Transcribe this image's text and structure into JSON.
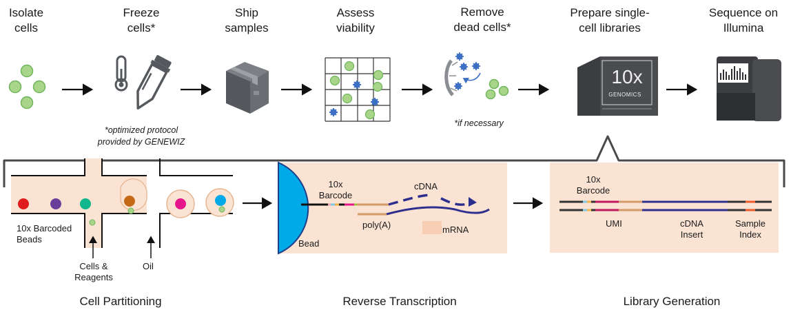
{
  "steps": [
    {
      "line1": "Isolate",
      "line2": "cells"
    },
    {
      "line1": "Freeze",
      "line2": "cells*"
    },
    {
      "line1": "Ship",
      "line2": "samples"
    },
    {
      "line1": "Assess",
      "line2": "viability"
    },
    {
      "line1": "Remove",
      "line2": "dead cells*"
    },
    {
      "line1": "Prepare single-",
      "line2": "cell libraries"
    },
    {
      "line1": "Sequence on",
      "line2": "Illumina"
    }
  ],
  "notes": {
    "freeze_line1": "*optimized protocol",
    "freeze_line2": "provided by GENEWIZ",
    "remove": "*if necessary"
  },
  "instrument": {
    "logo": "10x",
    "brand": "GENOMICS"
  },
  "partitioning": {
    "beads_line1": "10x Barcoded",
    "beads_line2": "Beads",
    "cells_line1": "Cells &",
    "cells_line2": "Reagents",
    "oil": "Oil"
  },
  "rt": {
    "barcode_line1": "10x",
    "barcode_line2": "Barcode",
    "cdna": "cDNA",
    "polya": "poly(A)",
    "mrna": "mRNA",
    "bead": "Bead"
  },
  "library": {
    "barcode_line1": "10x",
    "barcode_line2": "Barcode",
    "umi": "UMI",
    "insert_line1": "cDNA",
    "insert_line2": "Insert",
    "index_line1": "Sample",
    "index_line2": "Index"
  },
  "captions": {
    "partitioning": "Cell Partitioning",
    "rt": "Reverse Transcription",
    "library": "Library Generation"
  },
  "colors": {
    "cell_fill": "#a8d58a",
    "cell_stroke": "#6fb55a",
    "dead_cell": "#3d6fc4",
    "panel": "#fbe3d4",
    "bead_blue": "#00a9e8",
    "cdna_strand": "#2d2f8e",
    "icon_gray": "#55585c"
  }
}
